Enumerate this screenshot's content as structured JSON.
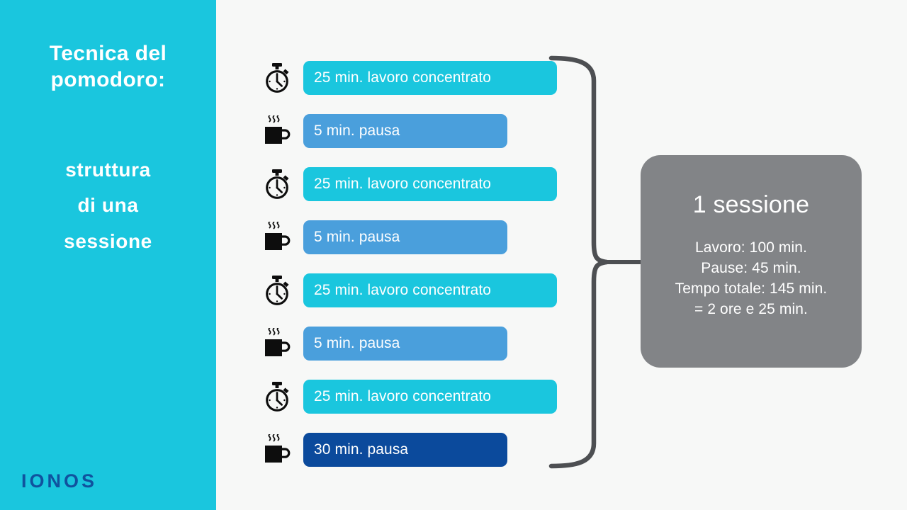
{
  "left_panel": {
    "background_color": "#1ac6de",
    "title_lines": [
      "Tecnica del",
      "pomodoro:"
    ],
    "subtitle_lines": [
      "struttura",
      "di una",
      "sessione"
    ],
    "logo_text": "IONOS",
    "logo_color": "#10529e"
  },
  "schedule": {
    "rows": [
      {
        "icon": "stopwatch-icon",
        "label": "25 min. lavoro concentrato",
        "type": "work",
        "color": "#1ac6de"
      },
      {
        "icon": "coffee-mug-icon",
        "label": "5 min. pausa",
        "type": "pause",
        "color": "#4a9fdc"
      },
      {
        "icon": "stopwatch-icon",
        "label": "25 min. lavoro concentrato",
        "type": "work",
        "color": "#1ac6de"
      },
      {
        "icon": "coffee-mug-icon",
        "label": "5 min. pausa",
        "type": "pause",
        "color": "#4a9fdc"
      },
      {
        "icon": "stopwatch-icon",
        "label": "25 min. lavoro concentrato",
        "type": "work",
        "color": "#1ac6de"
      },
      {
        "icon": "coffee-mug-icon",
        "label": "5 min. pausa",
        "type": "pause",
        "color": "#4a9fdc"
      },
      {
        "icon": "stopwatch-icon",
        "label": "25 min. lavoro concentrato",
        "type": "work",
        "color": "#1ac6de"
      },
      {
        "icon": "coffee-mug-icon",
        "label": "30 min. pausa",
        "type": "longpause",
        "color": "#0b4a9c"
      }
    ]
  },
  "brace": {
    "icon": "curly-brace-icon",
    "color": "#4d4f52"
  },
  "summary": {
    "background_color": "#828487",
    "title": "1 sessione",
    "lines": [
      "Lavoro: 100 min.",
      "Pause: 45 min.",
      "Tempo totale: 145 min.",
      "= 2 ore e 25 min."
    ]
  },
  "canvas": {
    "background_color": "#f7f8f7"
  }
}
